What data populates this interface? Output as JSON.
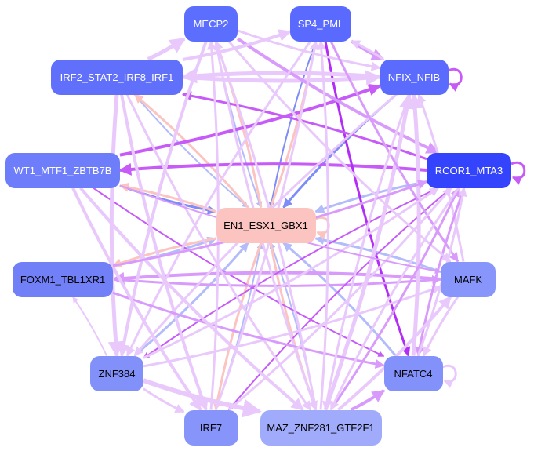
{
  "nodes": [
    {
      "id": "MECP2",
      "label": "MECP2",
      "color": "#5b6efd",
      "text": "#ffffff"
    },
    {
      "id": "SP4_PML",
      "label": "SP4_PML",
      "color": "#5a6afe",
      "text": "#ffffff"
    },
    {
      "id": "IRF2",
      "label": "IRF2_STAT2_IRF8_IRF1",
      "color": "#6070fb",
      "text": "#ffffff"
    },
    {
      "id": "NFIX",
      "label": "NFIX_NFIB",
      "color": "#5a6bfd",
      "text": "#ffffff"
    },
    {
      "id": "WT1",
      "label": "WT1_MTF1_ZBTB7B",
      "color": "#6e7dfa",
      "text": "#ffffff"
    },
    {
      "id": "RCOR1",
      "label": "RCOR1_MTA3",
      "color": "#3344fc",
      "text": "#ffffff"
    },
    {
      "id": "EN1",
      "label": "EN1_ESX1_GBX1",
      "color": "#fcc4c0",
      "text": "#000000"
    },
    {
      "id": "FOXM1",
      "label": "FOXM1_TBL1XR1",
      "color": "#7280f8",
      "text": "#000000"
    },
    {
      "id": "MAFK",
      "label": "MAFK",
      "color": "#8896fb",
      "text": "#000000"
    },
    {
      "id": "ZNF384",
      "label": "ZNF384",
      "color": "#8290fa",
      "text": "#000000"
    },
    {
      "id": "NFATC4",
      "label": "NFATC4",
      "color": "#8391fb",
      "text": "#000000"
    },
    {
      "id": "IRF7",
      "label": "IRF7",
      "color": "#8795fb",
      "text": "#000000"
    },
    {
      "id": "MAZ",
      "label": "MAZ_ZNF281_GTF2F1",
      "color": "#a1abfb",
      "text": "#000000"
    }
  ],
  "edge_colors": {
    "light": "#e9c9fc",
    "medium": "#d99bfb",
    "strong": "#c65bf8",
    "purple": "#b22ef6",
    "blue": "#b3bcfb",
    "darkblue": "#7d8cf6",
    "salmon": "#fcc4c0"
  },
  "edges": [
    [
      "MECP2",
      "EN1",
      "blue",
      2
    ],
    [
      "SP4_PML",
      "EN1",
      "darkblue",
      2
    ],
    [
      "NFIX",
      "EN1",
      "darkblue",
      3
    ],
    [
      "RCOR1",
      "EN1",
      "blue",
      3
    ],
    [
      "WT1",
      "EN1",
      "darkblue",
      3
    ],
    [
      "IRF2",
      "EN1",
      "blue",
      2
    ],
    [
      "FOXM1",
      "EN1",
      "blue",
      3
    ],
    [
      "ZNF384",
      "EN1",
      "blue",
      3
    ],
    [
      "IRF7",
      "EN1",
      "blue",
      2
    ],
    [
      "MAZ",
      "EN1",
      "blue",
      2
    ],
    [
      "NFATC4",
      "EN1",
      "blue",
      3
    ],
    [
      "MAFK",
      "EN1",
      "blue",
      3
    ],
    [
      "EN1",
      "MECP2",
      "salmon",
      3
    ],
    [
      "EN1",
      "SP4_PML",
      "salmon",
      3
    ],
    [
      "EN1",
      "IRF2",
      "salmon",
      3
    ],
    [
      "EN1",
      "WT1",
      "salmon",
      3
    ],
    [
      "EN1",
      "FOXM1",
      "salmon",
      3
    ],
    [
      "EN1",
      "IRF7",
      "salmon",
      3
    ],
    [
      "EN1",
      "MAZ",
      "salmon",
      3
    ],
    [
      "EN1",
      "EN1",
      "salmon",
      3
    ],
    [
      "RCOR1",
      "WT1",
      "strong",
      4
    ],
    [
      "WT1",
      "NFIX",
      "strong",
      4
    ],
    [
      "RCOR1",
      "RCOR1",
      "strong",
      3
    ],
    [
      "NFIX",
      "NFIX",
      "strong",
      3
    ],
    [
      "NFATC4",
      "NFATC4",
      "light",
      3
    ],
    [
      "SP4_PML",
      "NFATC4",
      "purple",
      3
    ],
    [
      "SP4_PML",
      "NFIX",
      "medium",
      4
    ],
    [
      "NFIX",
      "IRF2",
      "light",
      5
    ],
    [
      "IRF2",
      "NFIX",
      "light",
      5
    ],
    [
      "RCOR1",
      "IRF2",
      "strong",
      3
    ],
    [
      "MECP2",
      "RCOR1",
      "medium",
      4
    ],
    [
      "MECP2",
      "NFIX",
      "light",
      3
    ],
    [
      "IRF2",
      "SP4_PML",
      "light",
      4
    ],
    [
      "IRF2",
      "MECP2",
      "light",
      5
    ],
    [
      "WT1",
      "NFATC4",
      "strong",
      2
    ],
    [
      "MAFK",
      "FOXM1",
      "medium",
      4
    ],
    [
      "FOXM1",
      "MAFK",
      "medium",
      3
    ],
    [
      "RCOR1",
      "ZNF384",
      "strong",
      2
    ],
    [
      "RCOR1",
      "IRF7",
      "strong",
      2
    ],
    [
      "MAZ",
      "NFATC4",
      "medium",
      4
    ],
    [
      "ZNF384",
      "MAZ",
      "light",
      6
    ],
    [
      "ZNF384",
      "IRF7",
      "light",
      3
    ],
    [
      "ZNF384",
      "FOXM1",
      "light",
      2
    ],
    [
      "ZNF384",
      "MAFK",
      "light",
      3
    ],
    [
      "MAZ",
      "NFIX",
      "light",
      5
    ],
    [
      "NFATC4",
      "NFIX",
      "light",
      5
    ],
    [
      "MAFK",
      "NFIX",
      "light",
      3
    ],
    [
      "IRF2",
      "ZNF384",
      "light",
      5
    ],
    [
      "MECP2",
      "ZNF384",
      "light",
      4
    ],
    [
      "SP4_PML",
      "ZNF384",
      "light",
      3
    ],
    [
      "IRF2",
      "IRF7",
      "light",
      4
    ],
    [
      "IRF2",
      "MAZ",
      "light",
      3
    ],
    [
      "MECP2",
      "MAZ",
      "light",
      3
    ],
    [
      "NFIX",
      "ZNF384",
      "light",
      3
    ],
    [
      "RCOR1",
      "NFATC4",
      "medium",
      3
    ],
    [
      "MAFK",
      "NFATC4",
      "light",
      3
    ],
    [
      "FOXM1",
      "NFATC4",
      "medium",
      3
    ],
    [
      "SP4_PML",
      "MAFK",
      "medium",
      3
    ],
    [
      "MECP2",
      "MAFK",
      "light",
      3
    ],
    [
      "WT1",
      "MAZ",
      "light",
      4
    ],
    [
      "WT1",
      "IRF7",
      "light",
      4
    ],
    [
      "MAZ",
      "SP4_PML",
      "light",
      3
    ],
    [
      "IRF7",
      "SP4_PML",
      "light",
      3
    ],
    [
      "IRF7",
      "MECP2",
      "light",
      3
    ],
    [
      "MAZ",
      "RCOR1",
      "medium",
      3
    ],
    [
      "RCOR1",
      "MAZ",
      "light",
      3
    ],
    [
      "NFIX",
      "SP4_PML",
      "light",
      3
    ],
    [
      "ZNF384",
      "RCOR1",
      "light",
      3
    ],
    [
      "MAZ",
      "MECP2",
      "light",
      3
    ],
    [
      "FOXM1",
      "RCOR1",
      "medium",
      3
    ],
    [
      "NFATC4",
      "RCOR1",
      "light",
      3
    ],
    [
      "MAZ",
      "MAFK",
      "light",
      4
    ],
    [
      "NFIX",
      "MAZ",
      "light",
      3
    ],
    [
      "IRF7",
      "RCOR1",
      "light",
      3
    ],
    [
      "WT1",
      "MAFK",
      "medium",
      2
    ]
  ]
}
